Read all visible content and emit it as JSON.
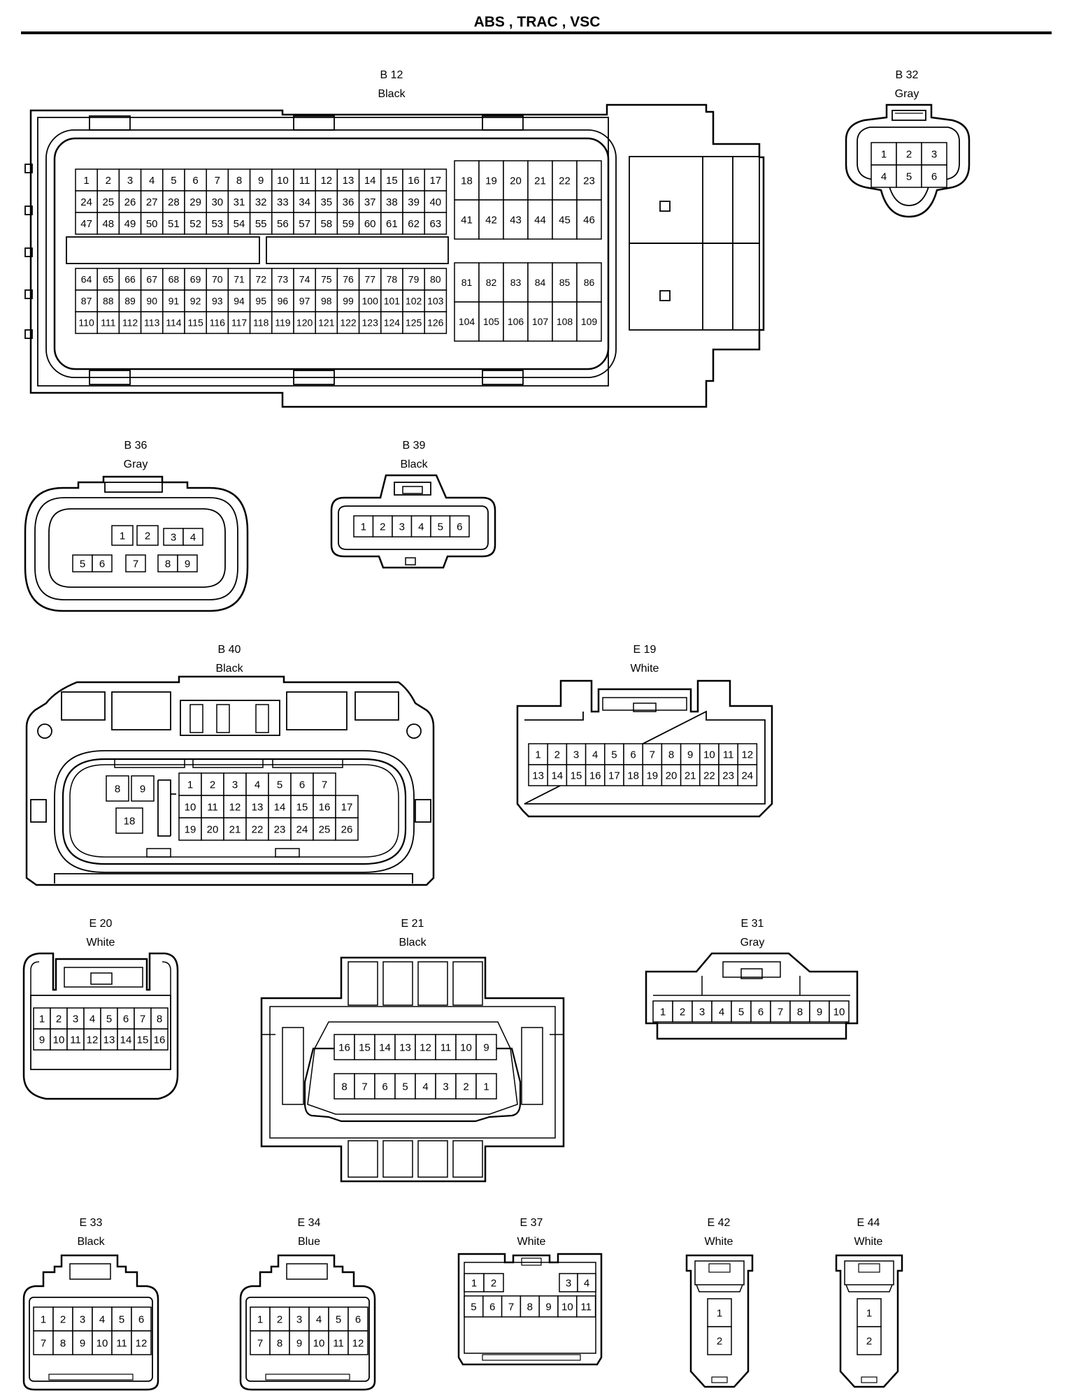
{
  "page": {
    "title": "ABS , TRAC , VSC"
  },
  "connectors": {
    "B12": {
      "id": "B 12",
      "color": "Black"
    },
    "B32": {
      "id": "B 32",
      "color": "Gray"
    },
    "B36": {
      "id": "B 36",
      "color": "Gray"
    },
    "B39": {
      "id": "B 39",
      "color": "Black"
    },
    "B40": {
      "id": "B 40",
      "color": "Black"
    },
    "E19": {
      "id": "E 19",
      "color": "White"
    },
    "E20": {
      "id": "E 20",
      "color": "White"
    },
    "E21": {
      "id": "E 21",
      "color": "Black"
    },
    "E31": {
      "id": "E 31",
      "color": "Gray"
    },
    "E33": {
      "id": "E 33",
      "color": "Black"
    },
    "E34": {
      "id": "E 34",
      "color": "Blue"
    },
    "E37": {
      "id": "E 37",
      "color": "White"
    },
    "E42": {
      "id": "E 42",
      "color": "White"
    },
    "E44": {
      "id": "E 44",
      "color": "White"
    }
  }
}
